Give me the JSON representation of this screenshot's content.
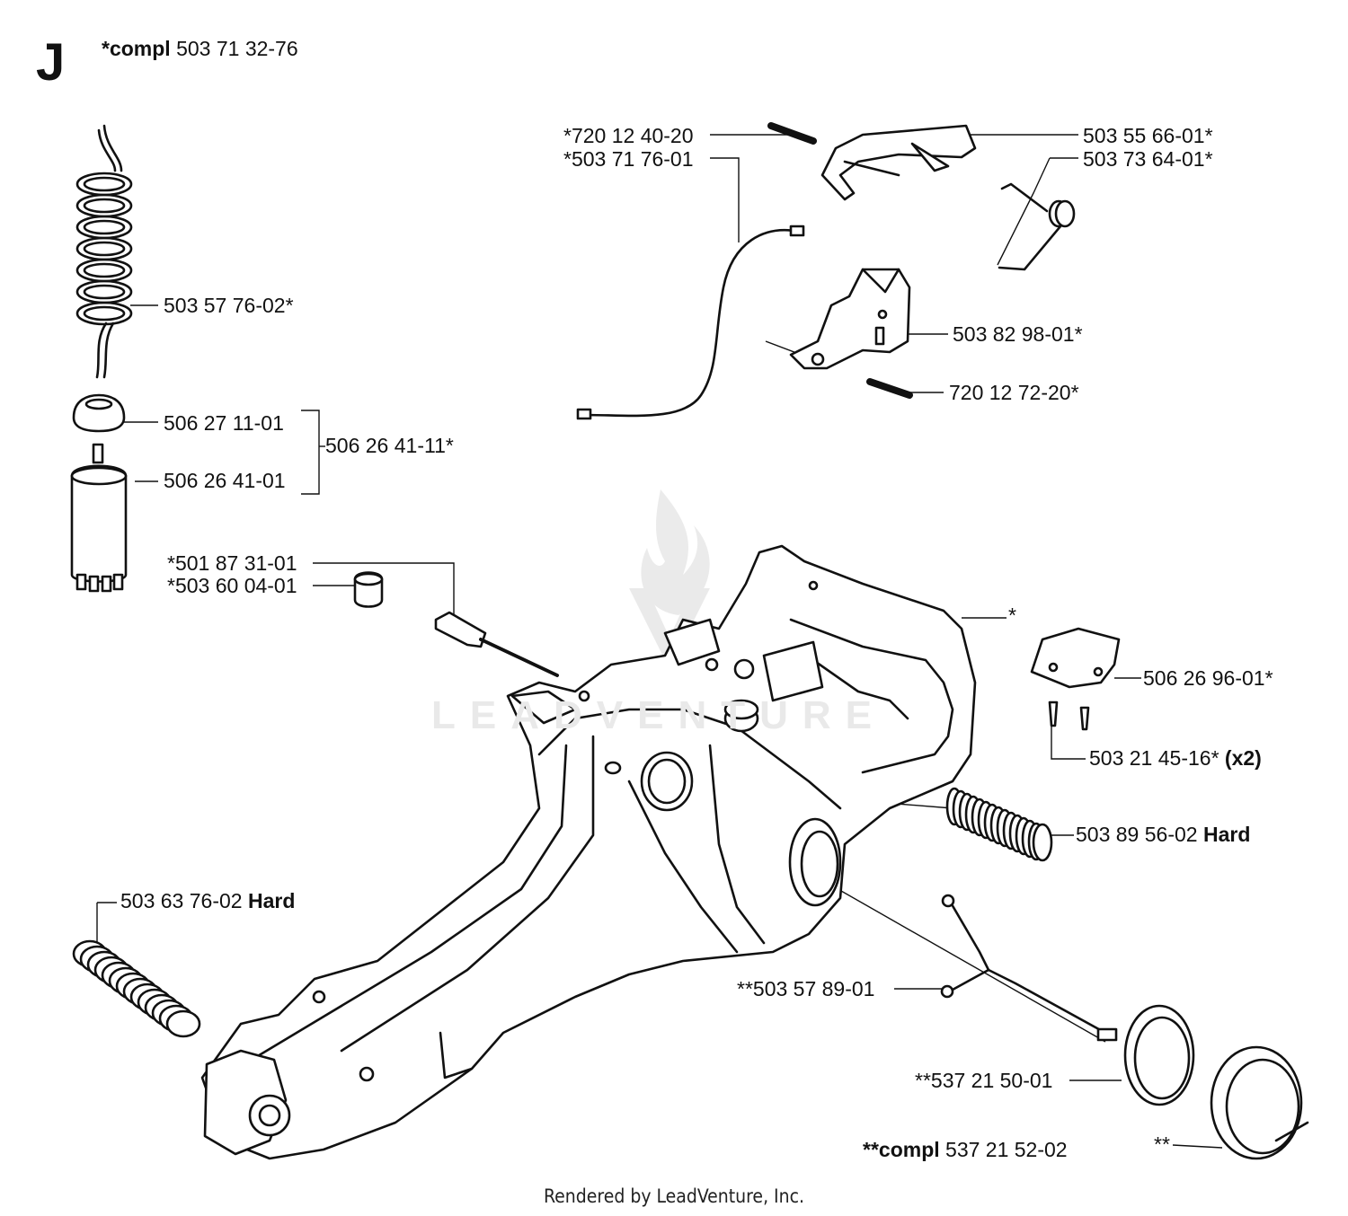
{
  "section": {
    "letter": "J",
    "compl_prefix": "*compl",
    "compl_number": "503 71 32-76"
  },
  "labels": {
    "pin_top": "*720 12 40-20",
    "wire": "*503 71 76-01",
    "throttle": "503 55 66-01*",
    "spring": "503 73 64-01*",
    "hose": "503 57 76-02*",
    "trigger_housing": "503 82 98-01*",
    "pin_bottom": "720 12 72-20*",
    "filter_cap": "506 27 11-01",
    "filter_body": "506 26 41-01",
    "filter_set": "506 26 41-11*",
    "pump_a": "*501 87 31-01",
    "pump_b": "*503 60 04-01",
    "handle": "*",
    "bracket": "506 26 96-01*",
    "screws": "503 21 45-16*",
    "screws_qty": "(x2)",
    "av_right": "503 89 56-02",
    "av_right_note": "Hard",
    "av_left": "503 63 76-02",
    "av_left_note": "Hard",
    "pickup": "**503 57 89-01",
    "seal": "**537 21 50-01",
    "cap_compl_prefix": "**compl",
    "cap_compl_number": "537 21 52-02",
    "cap": "**"
  },
  "watermark": "LEADVENTURE",
  "footer": "Rendered by LeadVenture, Inc."
}
